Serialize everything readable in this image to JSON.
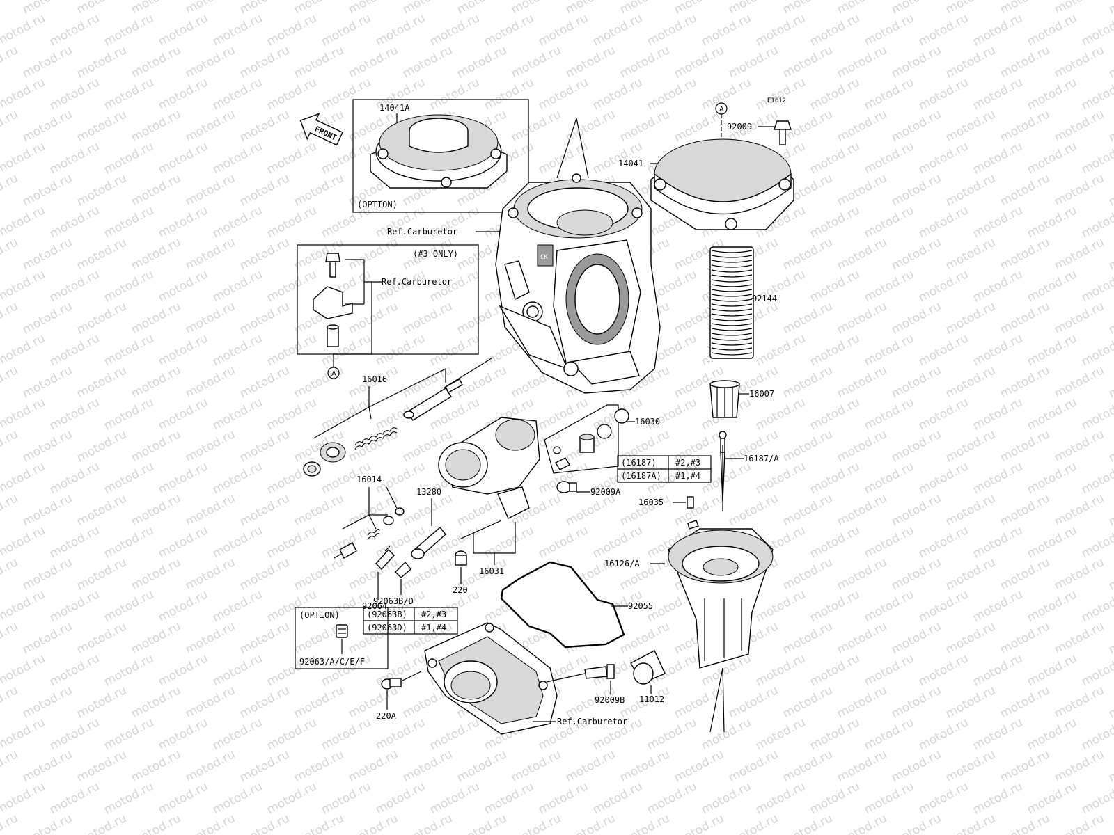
{
  "watermark": {
    "text": "motod.ru"
  },
  "diagram_code": "E1612",
  "front_label": "FRONT",
  "boxes": {
    "option_top": {
      "part": "14041A",
      "note": "(OPTION)"
    },
    "only3": {
      "note": "(#3 ONLY)",
      "ref": "Ref.Carburetor",
      "marker": "A"
    },
    "option_bottom": {
      "note": "(OPTION)",
      "part": "92063/A/C/E/F"
    }
  },
  "marker_top": "A",
  "labels": {
    "ref_top": "Ref.Carburetor",
    "ref_bottom": "Ref.Carburetor",
    "p92009": "92009",
    "p14041": "14041",
    "p92144": "92144",
    "p16007": "16007",
    "p16187": "16187/A",
    "p16030": "16030",
    "p16016": "16016",
    "p16014": "16014",
    "p13280": "13280",
    "p92009A": "92009A",
    "p16035": "16035",
    "p16126": "16126/A",
    "p16031": "16031",
    "p92064": "92064",
    "p92063BD": "92063B/D",
    "p220": "220",
    "p92055": "92055",
    "p220A": "220A",
    "p92009B": "92009B",
    "p11012": "11012"
  },
  "table_16187": [
    {
      "part": "(16187)",
      "cyl": "#2,#3"
    },
    {
      "part": "(16187A)",
      "cyl": "#1,#4"
    }
  ],
  "table_92063": [
    {
      "part": "(92063B)",
      "cyl": "#2,#3"
    },
    {
      "part": "(92063D)",
      "cyl": "#1,#4"
    }
  ]
}
